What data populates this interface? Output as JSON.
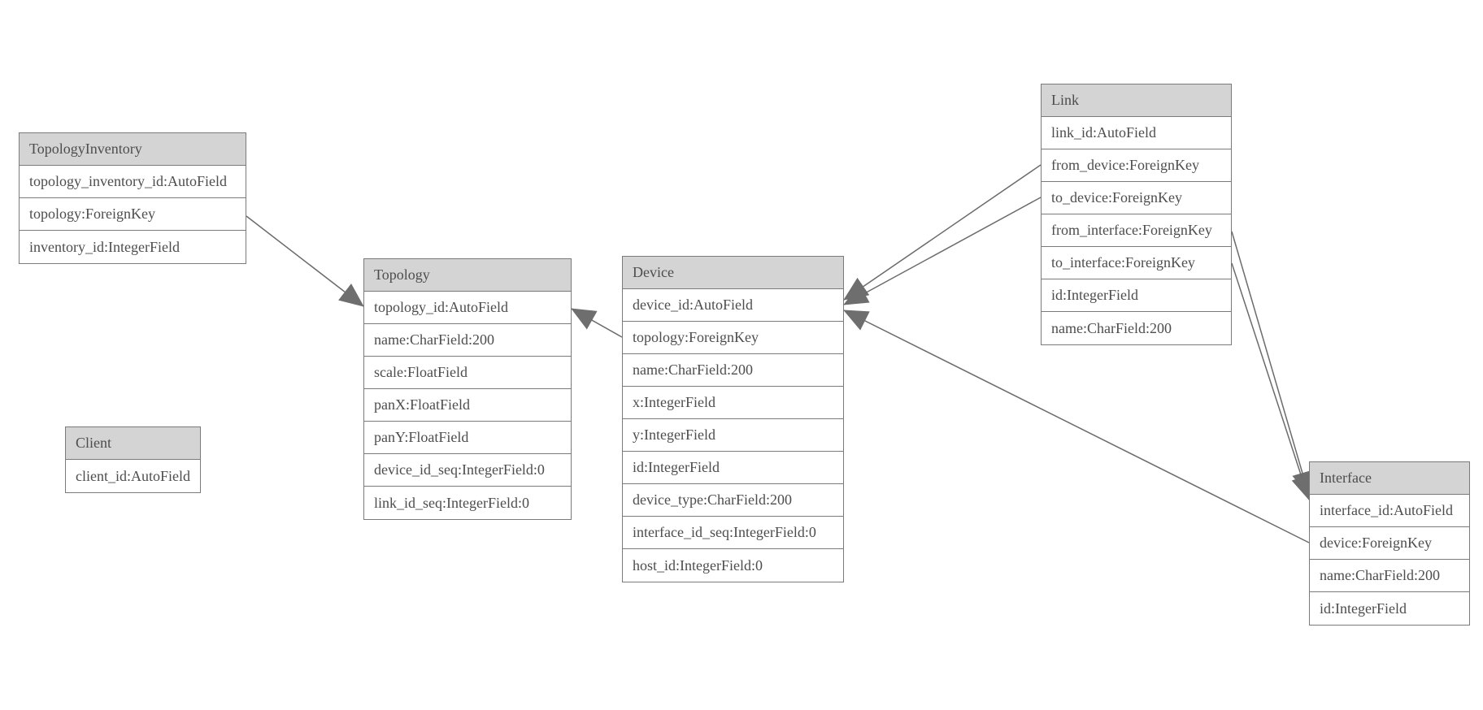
{
  "diagram": {
    "entities": [
      {
        "name": "TopologyInventory",
        "fields": [
          "topology_inventory_id:AutoField",
          "topology:ForeignKey",
          "inventory_id:IntegerField"
        ]
      },
      {
        "name": "Topology",
        "fields": [
          "topology_id:AutoField",
          "name:CharField:200",
          "scale:FloatField",
          "panX:FloatField",
          "panY:FloatField",
          "device_id_seq:IntegerField:0",
          "link_id_seq:IntegerField:0"
        ]
      },
      {
        "name": "Client",
        "fields": [
          "client_id:AutoField"
        ]
      },
      {
        "name": "Device",
        "fields": [
          "device_id:AutoField",
          "topology:ForeignKey",
          "name:CharField:200",
          "x:IntegerField",
          "y:IntegerField",
          "id:IntegerField",
          "device_type:CharField:200",
          "interface_id_seq:IntegerField:0",
          "host_id:IntegerField:0"
        ]
      },
      {
        "name": "Link",
        "fields": [
          "link_id:AutoField",
          "from_device:ForeignKey",
          "to_device:ForeignKey",
          "from_interface:ForeignKey",
          "to_interface:ForeignKey",
          "id:IntegerField",
          "name:CharField:200"
        ]
      },
      {
        "name": "Interface",
        "fields": [
          "interface_id:AutoField",
          "device:ForeignKey",
          "name:CharField:200",
          "id:IntegerField"
        ]
      }
    ],
    "relations": [
      {
        "from": "TopologyInventory.topology",
        "to": "Topology"
      },
      {
        "from": "Device.topology",
        "to": "Topology"
      },
      {
        "from": "Link.from_device",
        "to": "Device"
      },
      {
        "from": "Link.to_device",
        "to": "Device"
      },
      {
        "from": "Link.from_interface",
        "to": "Interface"
      },
      {
        "from": "Link.to_interface",
        "to": "Interface"
      },
      {
        "from": "Interface.device",
        "to": "Device"
      }
    ],
    "colors": {
      "background": "#ffffff",
      "header_fill": "#d4d4d4",
      "border": "#7a7a7a",
      "text": "#4d4d4d",
      "line": "#6b6b6b",
      "arrow": "#6e6e6e"
    }
  }
}
